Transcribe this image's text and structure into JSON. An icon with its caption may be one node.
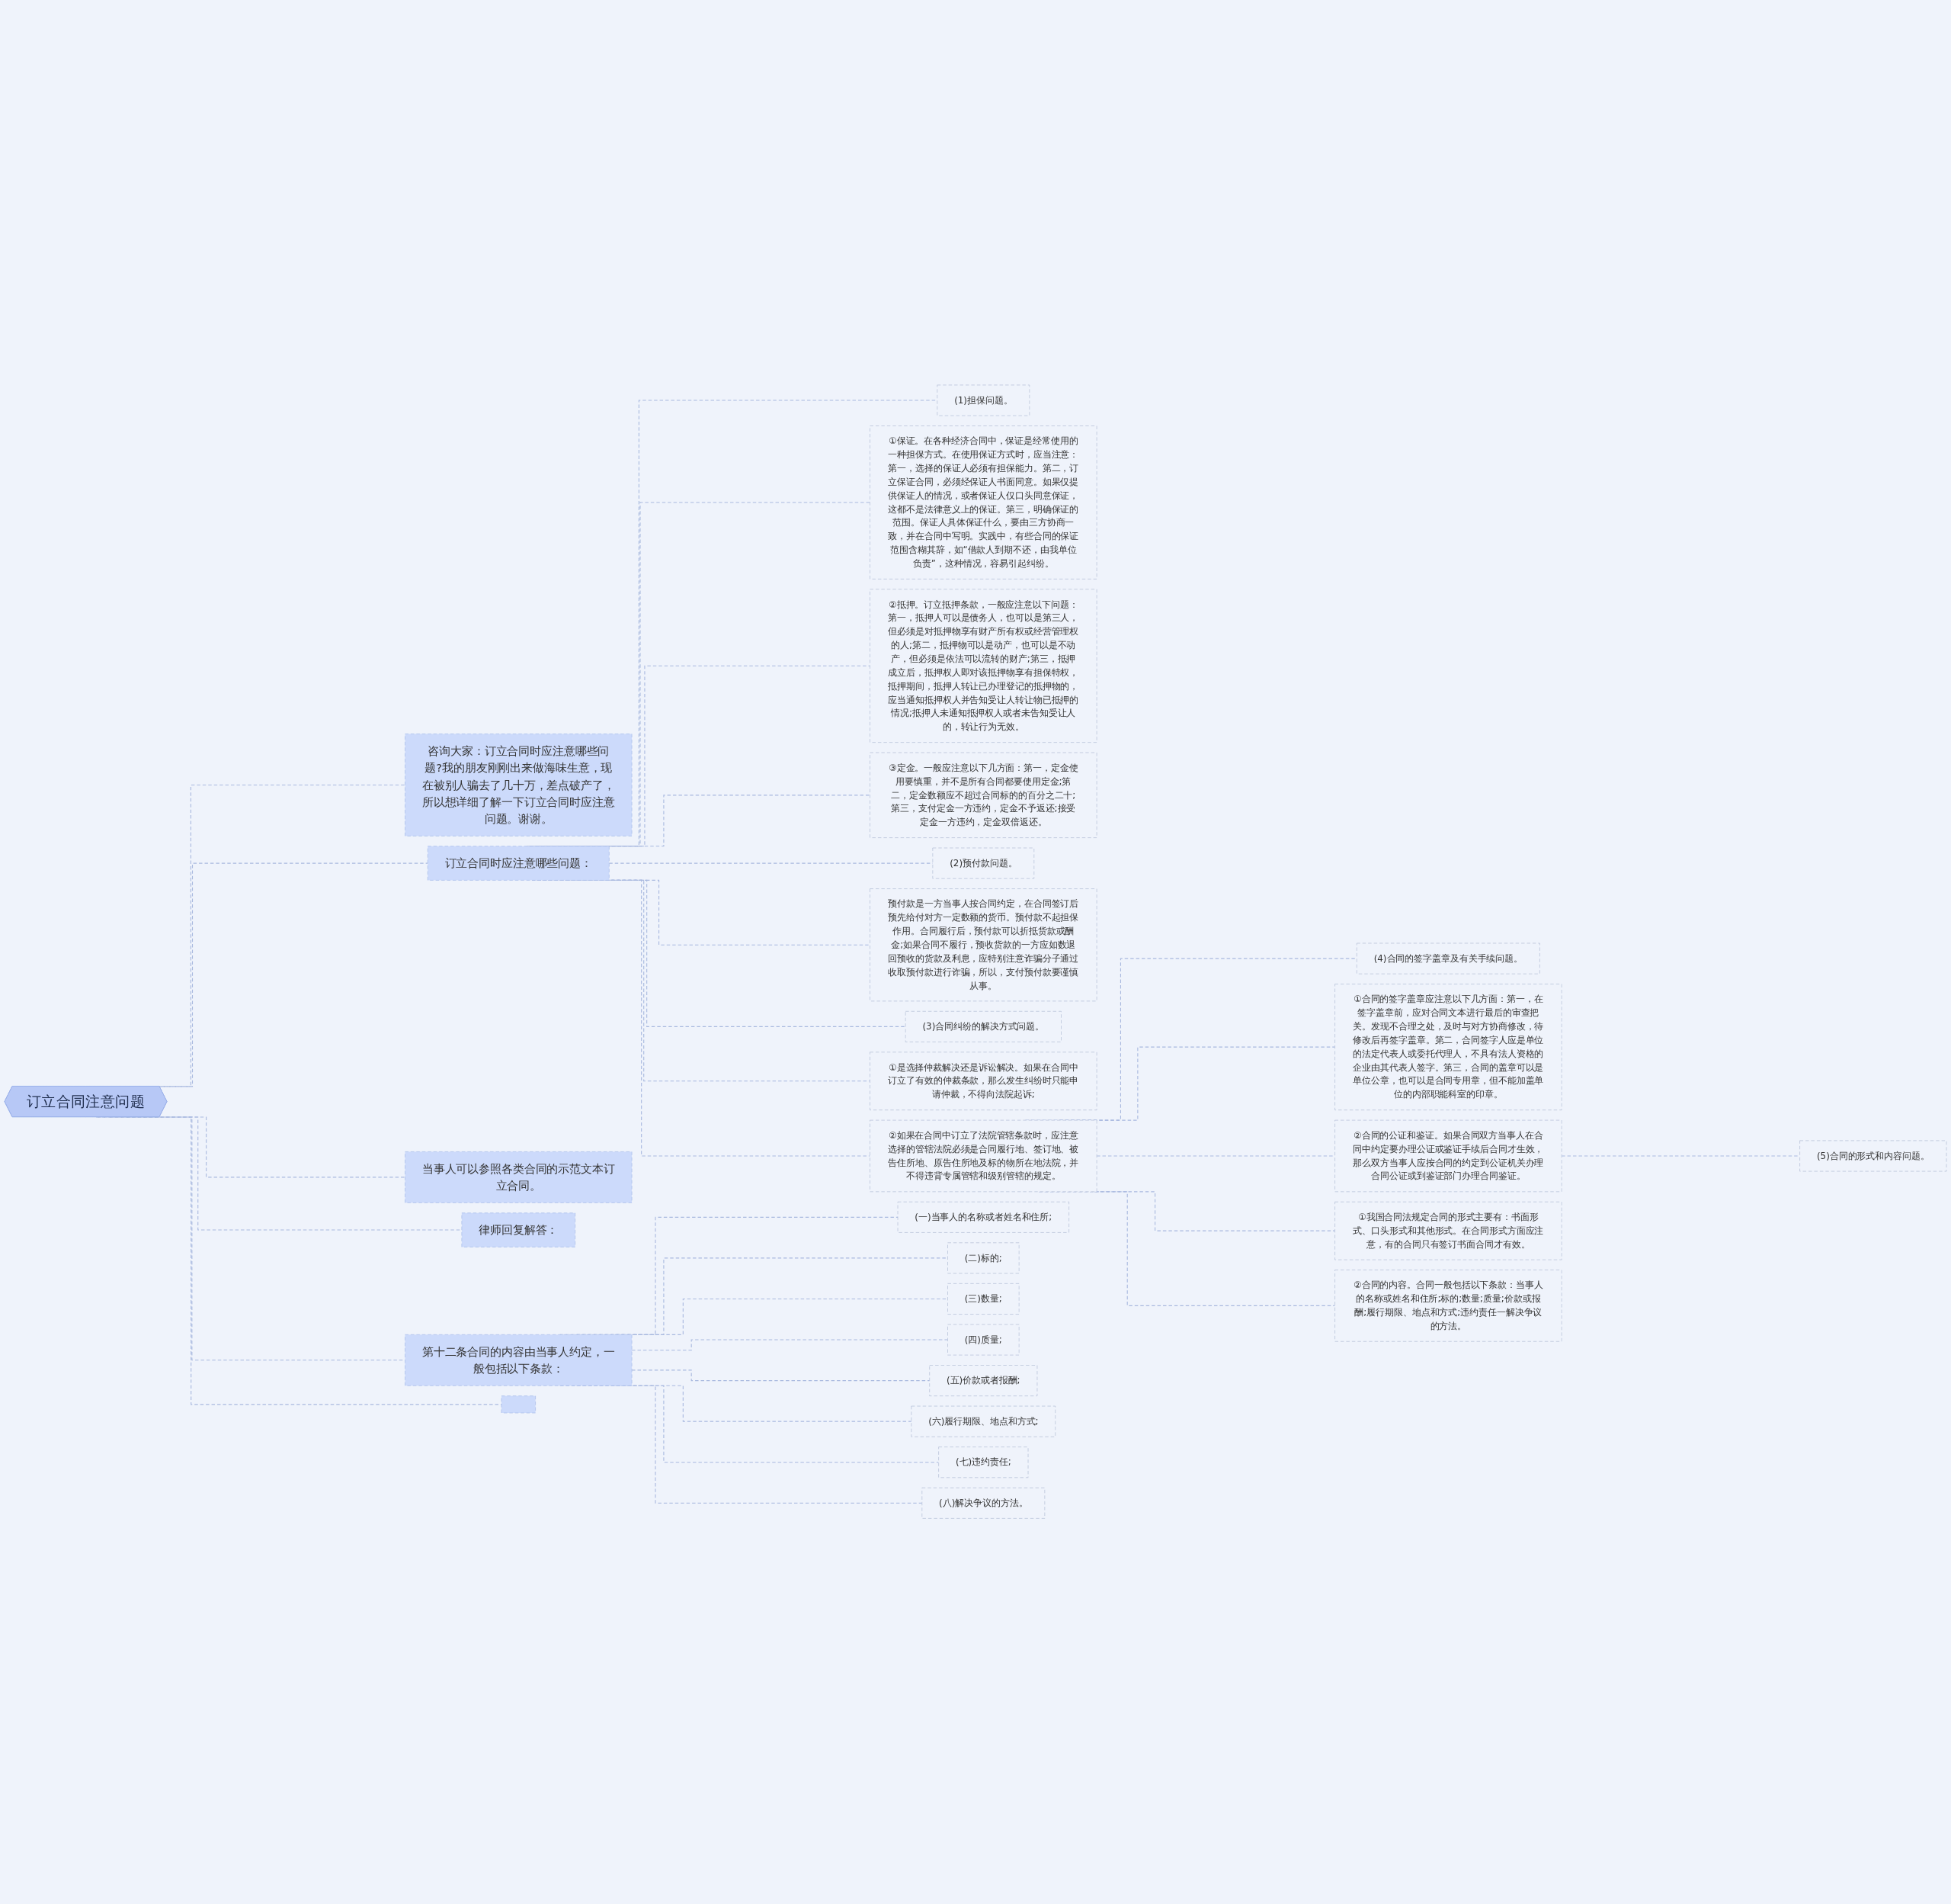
{
  "diagram": {
    "nodes": [
      {
        "text": [
          "订立合同注意问题"
        ]
      },
      {
        "text": [
          "咨询大家：订立合同时应注意哪些问题?我的朋友刚刚出来做海味生意，现在被别人骗去了几十万，差点破产了，所以想详细了解一下订立合同时应注意问题。谢谢。"
        ]
      },
      {
        "text": [
          "订立合同时应注意哪些问题："
        ]
      },
      {
        "text": [
          "(1)担保问题。"
        ]
      },
      {
        "text": [
          "①保证。在各种经济合同中，保证是经常使用的一种担保方式。在使用保证方式时，应当注意：第一，选择的保证人必须有担保能力。第二，订立保证合同，必须经保证人书面同意。如果仅提供保证人的情况，或者保证人仅口头同意保证，这都不是法律意义上的保证。第三，明确保证的范围。保证人具体保证什么，要由三方协商一致，并在合同中写明。实践中，有些合同的保证范围含糊其辞，如“借款人到期不还，由我单位负责”，这种情况，容易引起纠纷。"
        ]
      },
      {
        "text": [
          "②抵押。订立抵押条款，一般应注意以下问题：第一，抵押人可以是债务人，也可以是第三人，但必须是对抵押物享有财产所有权或经营管理权的人;第二，抵押物可以是动产，也可以是不动产，但必须是依法可以流转的财产;第三，抵押成立后，抵押权人即对该抵押物享有担保特权，抵押期间，抵押人转让已办理登记的抵押物的，应当通知抵押权人并告知受让人转让物已抵押的情况;抵押人未通知抵押权人或者未告知受让人的，转让行为无效。"
        ]
      },
      {
        "text": [
          "③定金。一般应注意以下几方面：第一，定金使用要慎重，并不是所有合同都要使用定金;第二，定金数额应不超过合同标的的百分之二十;第三，支付定金一方违约，定金不予返还;接受定金一方违约，定金双倍返还。"
        ]
      },
      {
        "text": [
          "(2)预付款问题。"
        ]
      },
      {
        "text": [
          "预付款是一方当事人按合同约定，在合同签订后预先给付对方一定数额的货币。预付款不起担保作用。合同履行后，预付款可以折抵货款或酬金;如果合同不履行，预收货款的一方应如数退回预收的货款及利息，应特别注意诈骗分子通过收取预付款进行诈骗，所以，支付预付款要谨慎从事。"
        ]
      },
      {
        "text": [
          "(3)合同纠纷的解决方式问题。"
        ]
      },
      {
        "text": [
          "①是选择仲裁解决还是诉讼解决。如果在合同中订立了有效的仲裁条款，那么发生纠纷时只能申请仲裁，不得向法院起诉;"
        ]
      },
      {
        "text": [
          "②如果在合同中订立了法院管辖条款时，应注意选择的管辖法院必须是合同履行地、签订地、被告住所地、原告住所地及标的物所在地法院，并不得违背专属管辖和级别管辖的规定。"
        ]
      },
      {
        "text": [
          "(4)合同的签字盖章及有关手续问题。"
        ]
      },
      {
        "text": [
          "①合同的签字盖章应注意以下几方面：第一，在签字盖章前，应对合同文本进行最后的审查把关。发现不合理之处，及时与对方协商修改，待修改后再签字盖章。第二，合同签字人应是单位的法定代表人或委托代理人，不具有法人资格的企业由其代表人签字。第三，合同的盖章可以是单位公章，也可以是合同专用章，但不能加盖单位的内部职能科室的印章。"
        ]
      },
      {
        "text": [
          "②合同的公证和鉴证。如果合同双方当事人在合同中约定要办理公证或鉴证手续后合同才生效，那么双方当事人应按合同的约定到公证机关办理合同公证或到鉴证部门办理合同鉴证。"
        ]
      },
      {
        "text": [
          "(5)合同的形式和内容问题。"
        ]
      },
      {
        "text": [
          "①我国合同法规定合同的形式主要有：书面形式、口头形式和其他形式。在合同形式方面应注意，有的合同只有签订书面合同才有效。"
        ]
      },
      {
        "text": [
          "②合同的内容。合同一般包括以下条款：当事人的名称或姓名和住所;标的;数量;质量;价款或报酬;履行期限、地点和方式;违约责任一解决争议的方法。"
        ]
      },
      {
        "text": [
          "当事人可以参照各类合同的示范文本订立合同。"
        ]
      },
      {
        "text": [
          "律师回复解答："
        ]
      },
      {
        "text": [
          "第十二条合同的内容由当事人约定，一般包括以下条款："
        ]
      },
      {
        "text": [
          "(一)当事人的名称或者姓名和住所;"
        ]
      },
      {
        "text": [
          "(二)标的;"
        ]
      },
      {
        "text": [
          "(三)数量;"
        ]
      },
      {
        "text": [
          "(四)质量;"
        ]
      },
      {
        "text": [
          "(五)价款或者报酬;"
        ]
      },
      {
        "text": [
          "(六)履行期限、地点和方式;"
        ]
      },
      {
        "text": [
          "(七)违约责任;"
        ]
      },
      {
        "text": [
          "(八)解决争议的方法。"
        ]
      },
      {
        "text": [],
        "shape": "box"
      }
    ],
    "edges": [
      {
        "from": 0,
        "to": 1,
        "arrow": "none",
        "style": "dashed"
      },
      {
        "from": 0,
        "to": 2,
        "arrow": "none",
        "style": "dashed"
      },
      {
        "from": 2,
        "to": 3,
        "arrow": "none",
        "style": "dashed"
      },
      {
        "from": 2,
        "to": 4,
        "arrow": "none",
        "style": "dashed"
      },
      {
        "from": 2,
        "to": 5,
        "arrow": "none",
        "style": "dashed"
      },
      {
        "from": 2,
        "to": 6,
        "arrow": "none",
        "style": "dashed"
      },
      {
        "from": 2,
        "to": 7,
        "arrow": "none",
        "style": "dashed"
      },
      {
        "from": 2,
        "to": 8,
        "arrow": "none",
        "style": "dashed"
      },
      {
        "from": 2,
        "to": 9,
        "arrow": "none",
        "style": "dashed"
      },
      {
        "from": 2,
        "to": 10,
        "arrow": "none",
        "style": "dashed"
      },
      {
        "from": 2,
        "to": 11,
        "arrow": "none",
        "style": "dashed"
      },
      {
        "from": 11,
        "to": 12,
        "arrow": "none",
        "style": "dashed"
      },
      {
        "from": 11,
        "to": 13,
        "arrow": "none",
        "style": "dashed"
      },
      {
        "from": 11,
        "to": 14,
        "arrow": "none",
        "style": "dashed"
      },
      {
        "from": 14,
        "to": 15,
        "arrow": "none",
        "style": "dashed"
      },
      {
        "from": 11,
        "to": 16,
        "arrow": "none",
        "style": "dashed"
      },
      {
        "from": 11,
        "to": 17,
        "arrow": "none",
        "style": "dashed"
      },
      {
        "from": 0,
        "to": 18,
        "arrow": "none",
        "style": "dashed"
      },
      {
        "from": 0,
        "to": 19,
        "arrow": "none",
        "style": "dashed"
      },
      {
        "from": 0,
        "to": 20,
        "arrow": "none",
        "style": "dashed"
      },
      {
        "from": 20,
        "to": 21,
        "arrow": "none",
        "style": "dashed"
      },
      {
        "from": 20,
        "to": 22,
        "arrow": "none",
        "style": "dashed"
      },
      {
        "from": 20,
        "to": 23,
        "arrow": "none",
        "style": "dashed"
      },
      {
        "from": 20,
        "to": 24,
        "arrow": "none",
        "style": "dashed"
      },
      {
        "from": 20,
        "to": 25,
        "arrow": "none",
        "style": "dashed"
      },
      {
        "from": 20,
        "to": 26,
        "arrow": "none",
        "style": "dashed"
      },
      {
        "from": 20,
        "to": 27,
        "arrow": "none",
        "style": "dashed"
      },
      {
        "from": 20,
        "to": 28,
        "arrow": "none",
        "style": "dashed"
      },
      {
        "from": 0,
        "to": 29,
        "arrow": "none",
        "style": "dashed"
      }
    ]
  }
}
